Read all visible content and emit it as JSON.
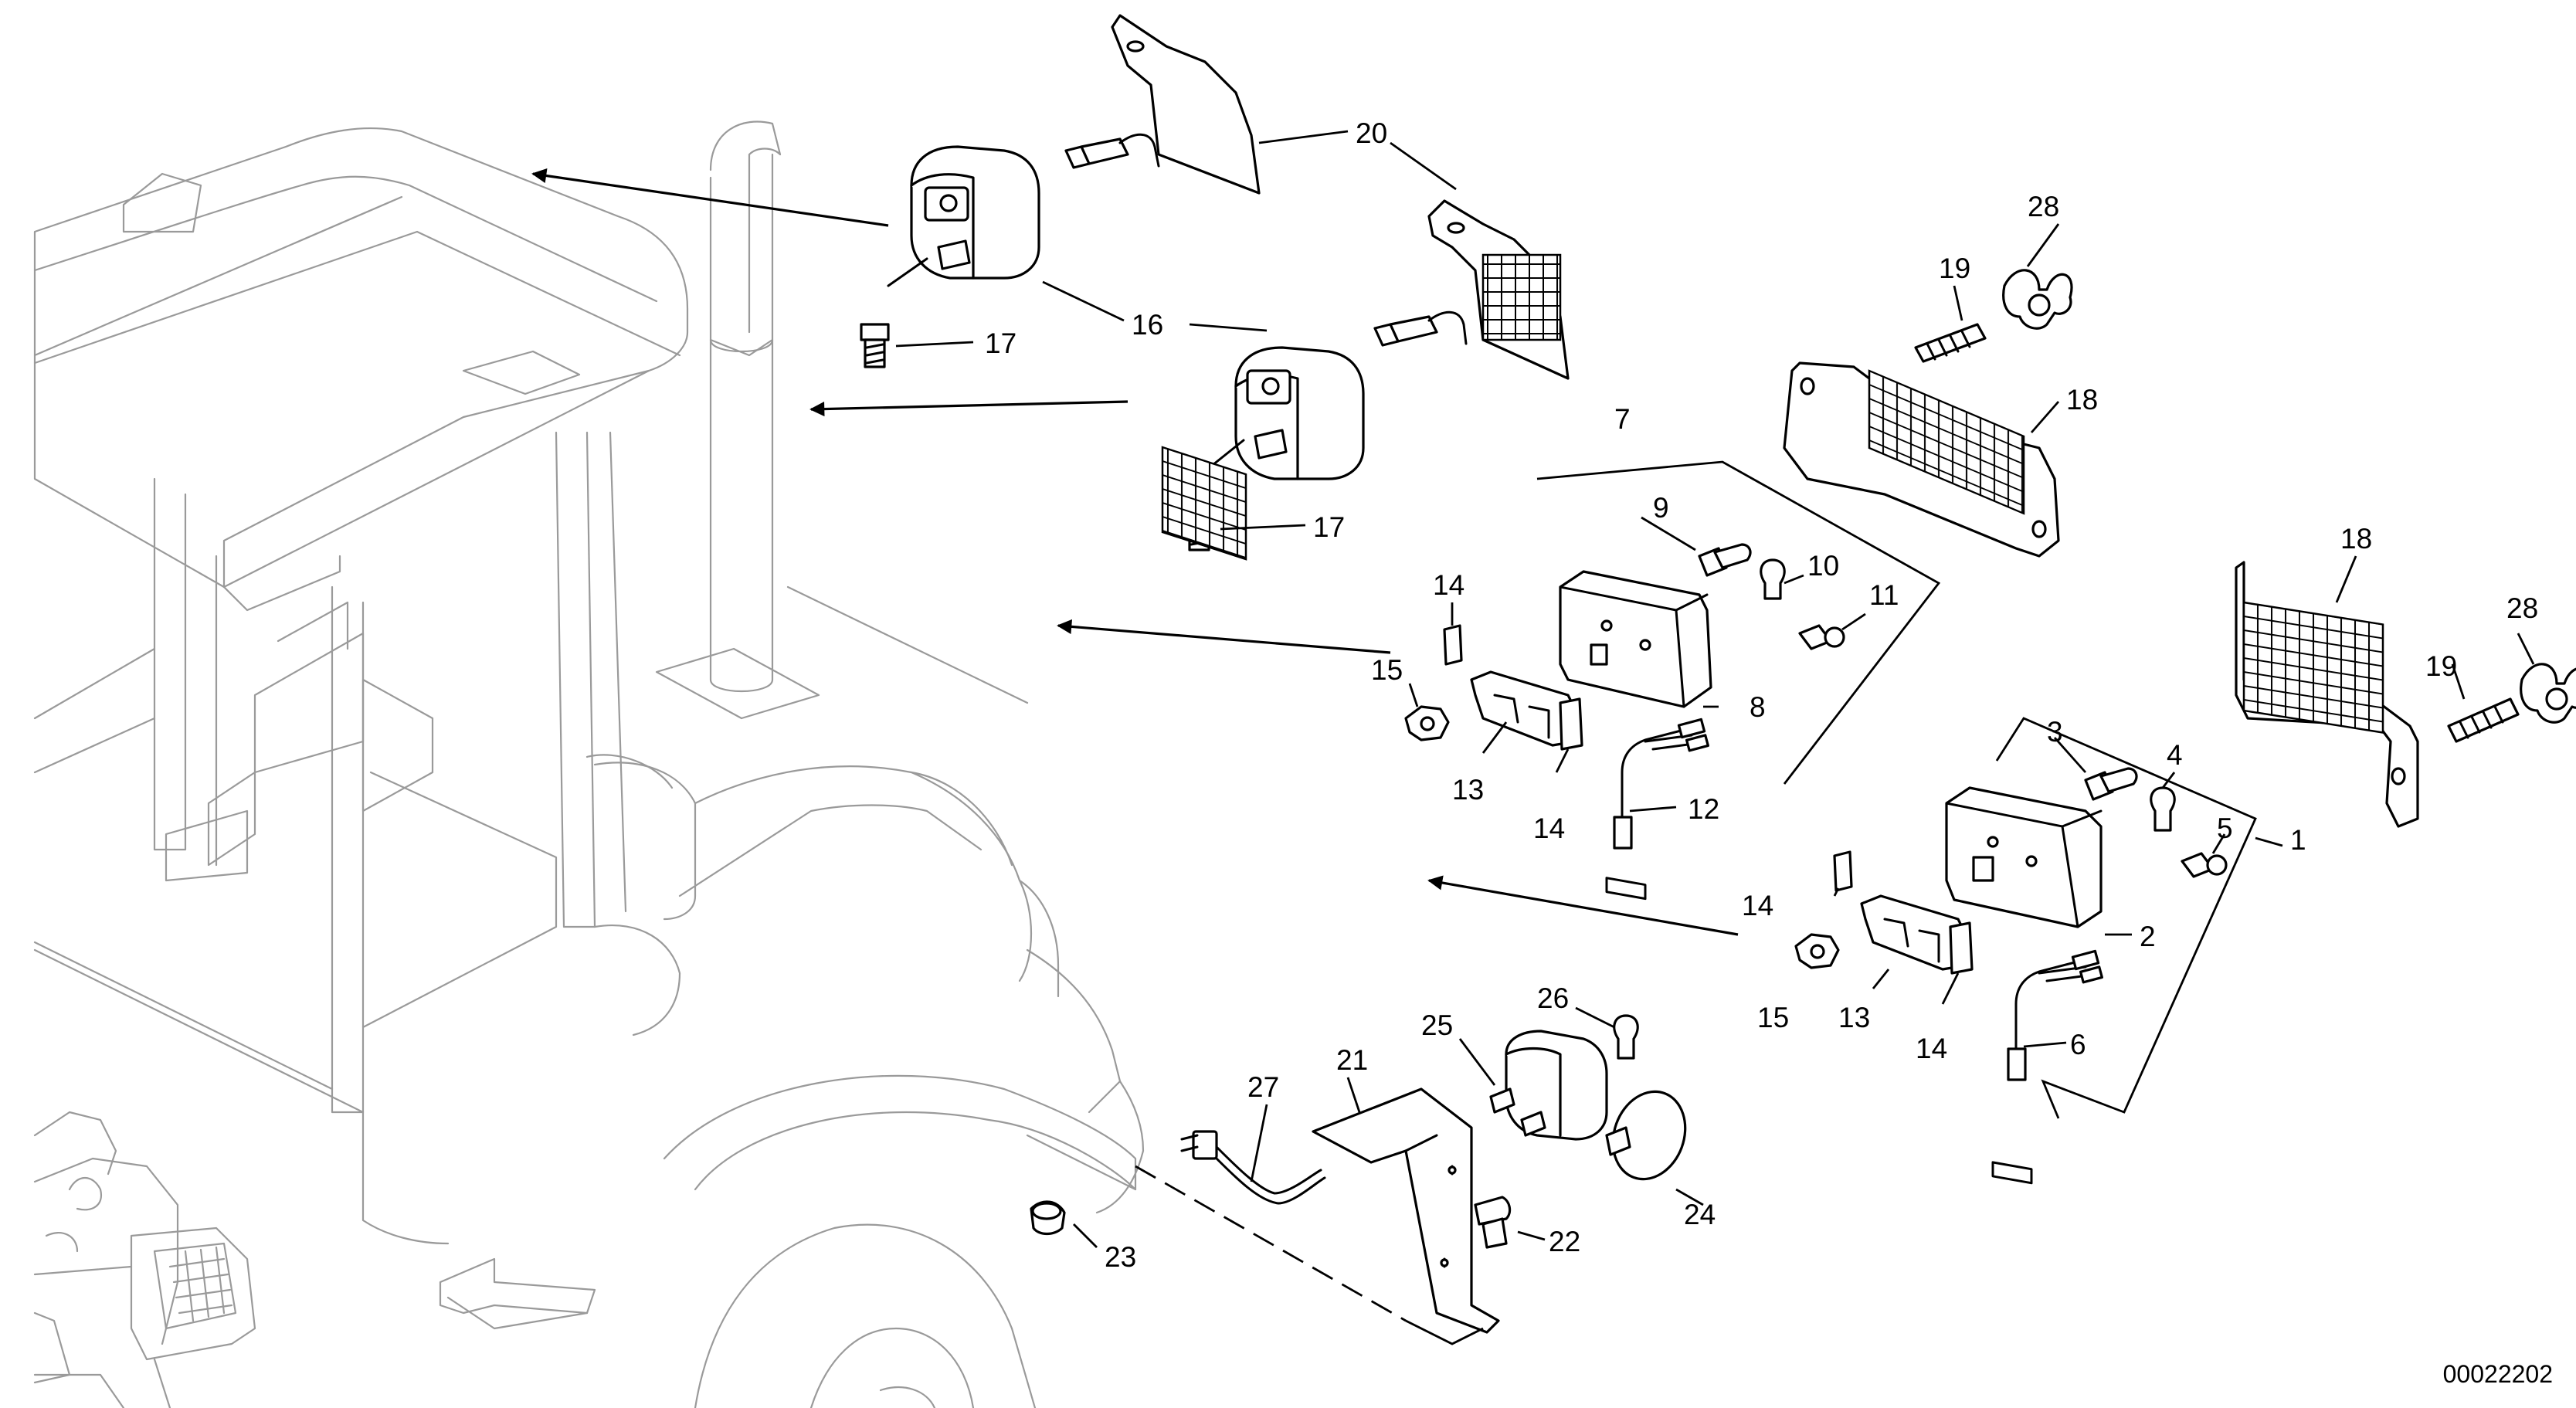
{
  "callouts": [
    "1",
    "2",
    "3",
    "4",
    "5",
    "6",
    "7",
    "8",
    "9",
    "10",
    "11",
    "12",
    "13",
    "14",
    "15",
    "16",
    "17",
    "18",
    "19",
    "20",
    "21",
    "22",
    "23",
    "24",
    "25",
    "26",
    "27",
    "28"
  ],
  "duplicate_callouts": {
    "c13b": "13",
    "c14b": "14",
    "c14c": "14",
    "c14d": "14",
    "c15b": "15",
    "c17b": "17",
    "c18b": "18",
    "c19b": "19",
    "c28b": "28"
  },
  "reference_number": "00022202"
}
